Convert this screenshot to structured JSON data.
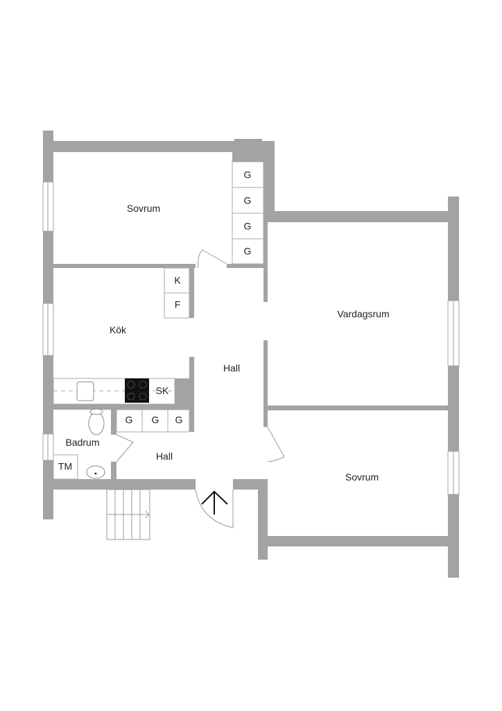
{
  "rooms": {
    "sovrum_top": "Sovrum",
    "kok": "Kök",
    "vardagsrum": "Vardagsrum",
    "hall_upper": "Hall",
    "hall_lower": "Hall",
    "badrum": "Badrum",
    "sovrum_bottom": "Sovrum"
  },
  "fixtures": {
    "wardrobe": "G",
    "fridge": "K",
    "freezer": "F",
    "broom_closet": "SK",
    "washing_machine": "TM"
  },
  "colors": {
    "wall": "#a3a3a3"
  }
}
